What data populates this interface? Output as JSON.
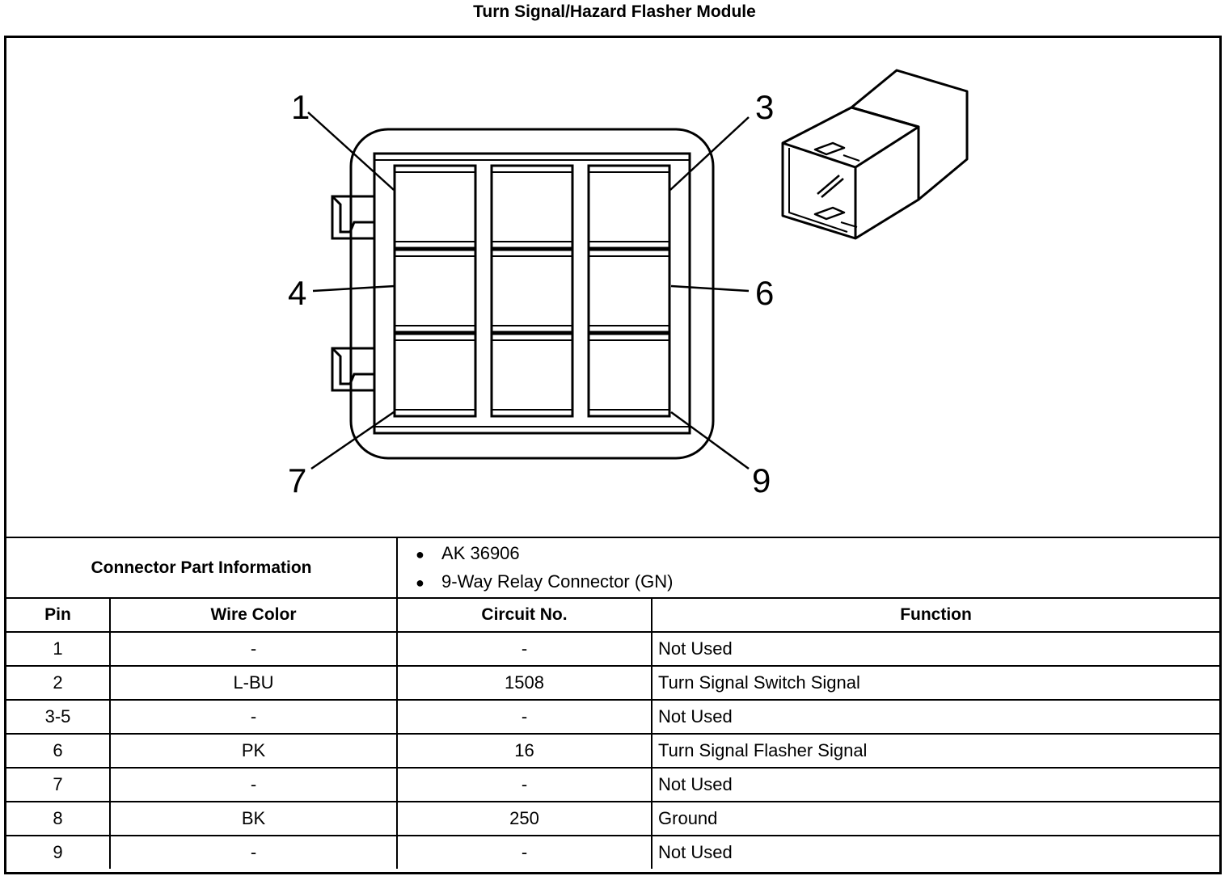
{
  "title": "Turn Signal/Hazard Flasher Module",
  "diagram": {
    "pin_labels": [
      "1",
      "3",
      "4",
      "6",
      "7",
      "9"
    ]
  },
  "connector_info": {
    "label": "Connector Part Information",
    "items": [
      "AK 36906",
      "9-Way Relay Connector (GN)"
    ]
  },
  "table": {
    "headers": [
      "Pin",
      "Wire Color",
      "Circuit No.",
      "Function"
    ],
    "rows": [
      {
        "pin": "1",
        "wire": "-",
        "circuit": "-",
        "function": "Not Used"
      },
      {
        "pin": "2",
        "wire": "L-BU",
        "circuit": "1508",
        "function": "Turn Signal Switch Signal"
      },
      {
        "pin": "3-5",
        "wire": "-",
        "circuit": "-",
        "function": "Not Used"
      },
      {
        "pin": "6",
        "wire": "PK",
        "circuit": "16",
        "function": "Turn Signal Flasher Signal"
      },
      {
        "pin": "7",
        "wire": "-",
        "circuit": "-",
        "function": "Not Used"
      },
      {
        "pin": "8",
        "wire": "BK",
        "circuit": "250",
        "function": "Ground"
      },
      {
        "pin": "9",
        "wire": "-",
        "circuit": "-",
        "function": "Not Used"
      }
    ]
  }
}
